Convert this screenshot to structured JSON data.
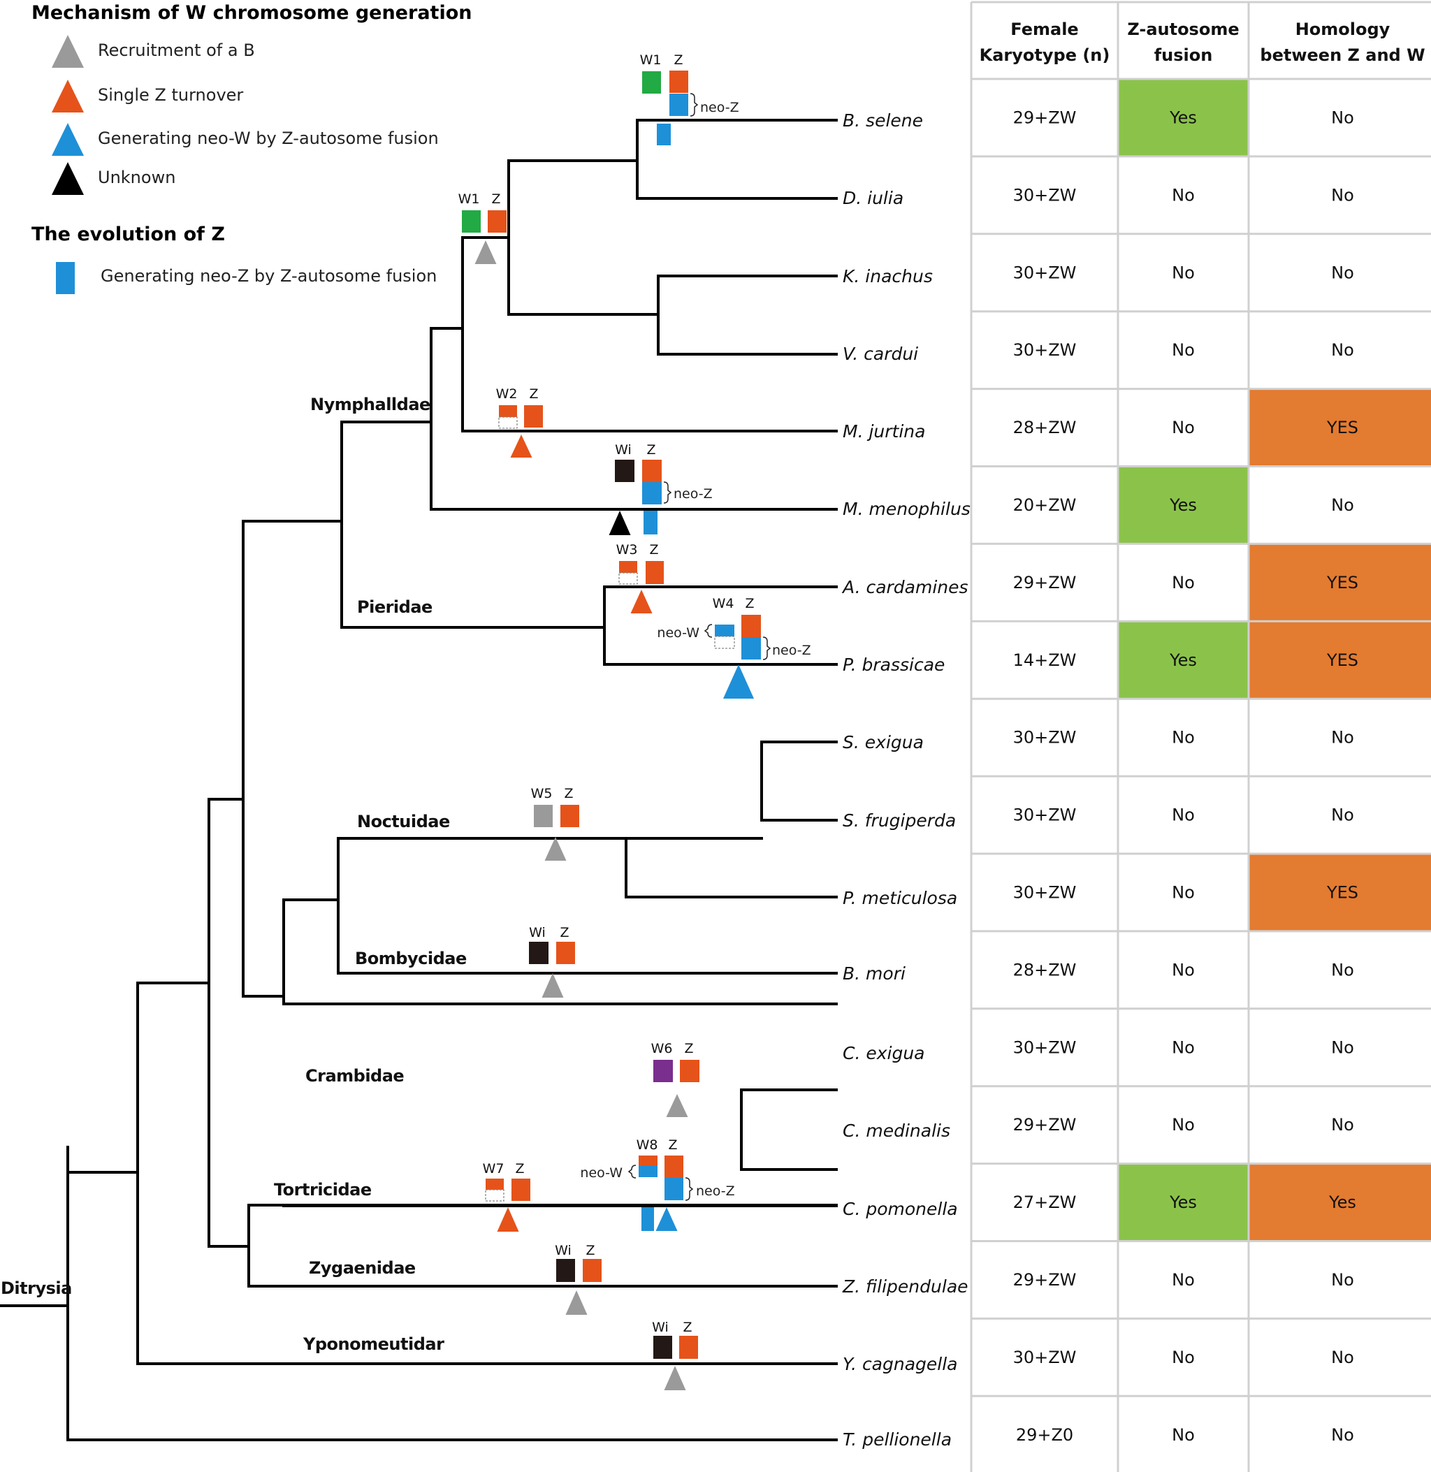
{
  "legend": {
    "w_title": "Mechanism of W chromosome generation",
    "w_items": [
      {
        "label": "Recruitment of a B",
        "color": "#9a9a9a",
        "icon": "triangle-icon"
      },
      {
        "label": "Single Z turnover",
        "color": "#e5531a",
        "icon": "triangle-icon"
      },
      {
        "label": "Generating neo-W by Z-autosome fusion",
        "color": "#1e90d8",
        "icon": "triangle-icon"
      },
      {
        "label": "Unknown",
        "color": "#000000",
        "icon": "triangle-icon"
      }
    ],
    "z_title": "The evolution of Z",
    "z_items": [
      {
        "label": "Generating neo-Z by Z-autosome fusion",
        "color": "#1e90d8",
        "icon": "rectangle-icon"
      }
    ]
  },
  "root_label": "Ditrysia",
  "families": [
    "Nymphalldae",
    "Pieridae",
    "Noctuidae",
    "Bombycidae",
    "Crambidae",
    "Tortricidae",
    "Zygaenidae",
    "Yponomeutidar"
  ],
  "species": [
    "B. selene",
    "D. iulia",
    "K. inachus",
    "V. cardui",
    "M. jurtina",
    "M. menophilus",
    "A. cardamines",
    "P. brassicae",
    "S. exigua",
    "S. frugiperda",
    "P. meticulosa",
    "B. mori",
    "C. exigua",
    "C. medinalis",
    "C. pomonella",
    "Z. filipendulae",
    "Y. cagnagella",
    "T. pellionella"
  ],
  "chrom_labels": {
    "w1": "W1",
    "w2": "W2",
    "w3": "W3",
    "w4": "W4",
    "w5": "W5",
    "w6": "W6",
    "w7": "W7",
    "w8": "W8",
    "wi": "Wi",
    "z": "Z",
    "neo_z": "neo-Z",
    "neo_w": "neo-W"
  },
  "table": {
    "headers": [
      [
        "Female",
        "Karyotype (n)"
      ],
      [
        "Z-autosome",
        "fusion"
      ],
      [
        "Homology",
        "between Z and W"
      ]
    ],
    "rows": [
      [
        "29+ZW",
        "Yes",
        "No"
      ],
      [
        "30+ZW",
        "No",
        "No"
      ],
      [
        "30+ZW",
        "No",
        "No"
      ],
      [
        "30+ZW",
        "No",
        "No"
      ],
      [
        "28+ZW",
        "No",
        "YES"
      ],
      [
        "20+ZW",
        "Yes",
        "No"
      ],
      [
        "29+ZW",
        "No",
        "YES"
      ],
      [
        "14+ZW",
        "Yes",
        "YES"
      ],
      [
        "30+ZW",
        "No",
        "No"
      ],
      [
        "30+ZW",
        "No",
        "No"
      ],
      [
        "30+ZW",
        "No",
        "YES"
      ],
      [
        "28+ZW",
        "No",
        "No"
      ],
      [
        "30+ZW",
        "No",
        "No"
      ],
      [
        "29+ZW",
        "No",
        "No"
      ],
      [
        "27+ZW",
        "Yes",
        "Yes"
      ],
      [
        "29+ZW",
        "No",
        "No"
      ],
      [
        "30+ZW",
        "No",
        "No"
      ],
      [
        "29+Z0",
        "No",
        "No"
      ]
    ],
    "colors": {
      "fusion_yes": "#8bc34a",
      "homology_yes": "#e37b30"
    }
  },
  "colors": {
    "grey": "#9a9a9a",
    "orange": "#e5531a",
    "blue": "#1e90d8",
    "black": "#000000",
    "green": "#22aa44",
    "purple": "#7a2e8e",
    "dark": "#231815"
  }
}
